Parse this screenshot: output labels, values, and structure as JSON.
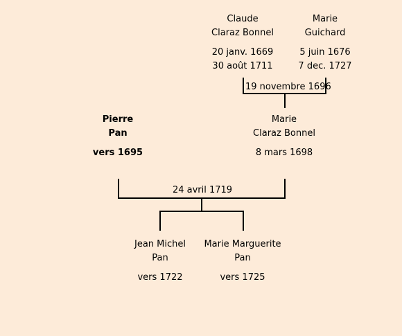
{
  "people": {
    "claude": {
      "first": "Claude",
      "last": "Claraz Bonnel",
      "born": "20 janv. 1669",
      "died": "30 août 1711"
    },
    "marie_g": {
      "first": "Marie",
      "last": "Guichard",
      "born": "5 juin 1676",
      "died": "7 dec. 1727"
    },
    "pierre": {
      "first": "Pierre",
      "last": "Pan",
      "born": "vers 1695"
    },
    "marie_c": {
      "first": "Marie",
      "last": "Claraz Bonnel",
      "born": "8 mars 1698"
    },
    "jean_michel": {
      "first": "Jean Michel",
      "last": "Pan",
      "born": "vers 1722"
    },
    "marie_marguerite": {
      "first": "Marie Marguerite",
      "last": "Pan",
      "born": "vers 1725"
    }
  },
  "marriages": {
    "claude_marie": "19 novembre 1696",
    "pierre_marie": "24 avril 1719"
  }
}
